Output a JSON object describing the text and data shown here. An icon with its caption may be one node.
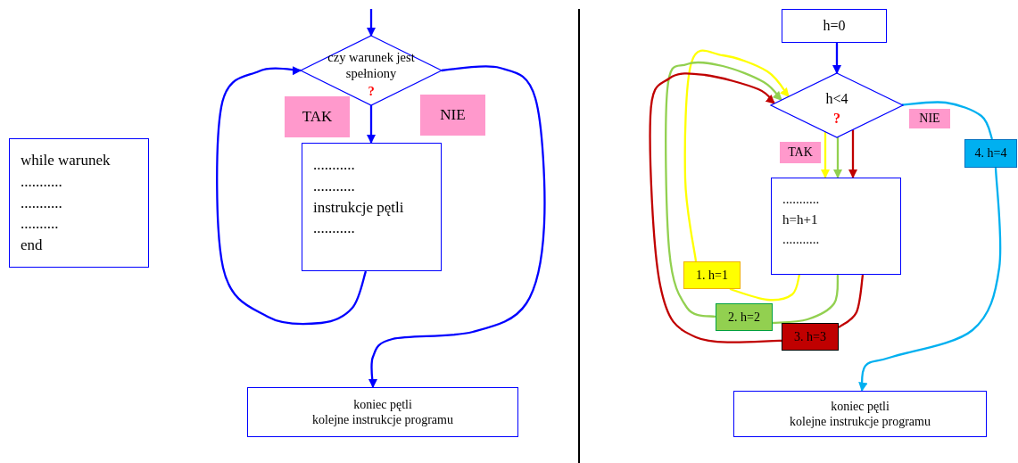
{
  "diagram": {
    "nodes": [
      {
        "text": [
          "while warunek",
          "...........",
          "...........",
          "..........",
          "end"
        ]
      },
      {
        "text": [
          "czy warunek jest spełniony",
          "?"
        ]
      },
      {
        "text": [
          "TAK"
        ]
      },
      {
        "text": [
          "NIE"
        ]
      },
      {
        "text": [
          "...........",
          "...........",
          "instrukcje pętli",
          "..........."
        ]
      },
      {
        "text": [
          "koniec pętli",
          "kolejne instrukcje programu"
        ]
      },
      {
        "text": [
          "h=0"
        ]
      },
      {
        "text": [
          "h<4",
          "?"
        ]
      },
      {
        "text": [
          "TAK"
        ]
      },
      {
        "text": [
          "NIE"
        ]
      },
      {
        "text": [
          "...........",
          "h=h+1",
          "..........."
        ]
      },
      {
        "text": [
          "1. h=1"
        ]
      },
      {
        "text": [
          "2. h=2"
        ]
      },
      {
        "text": [
          "3. h=3"
        ]
      },
      {
        "text": [
          "4. h=4"
        ]
      },
      {
        "text": [
          "koniec pętli",
          "kolejne instrukcje programu"
        ]
      }
    ],
    "edges": [
      {
        "from": null,
        "to": 1,
        "arrow": "to"
      },
      {
        "from": 1,
        "to": 4,
        "arrow": "to"
      },
      {
        "from": 4,
        "to": 1,
        "arrow": "to"
      },
      {
        "from": 1,
        "to": 5,
        "arrow": "to"
      },
      {
        "from": 6,
        "to": 7,
        "arrow": "to"
      },
      {
        "from": 7,
        "to": 10,
        "arrow": "to",
        "color": "#ffff00"
      },
      {
        "from": 7,
        "to": 10,
        "arrow": "to",
        "color": "#92d050"
      },
      {
        "from": 7,
        "to": 10,
        "arrow": "to",
        "color": "#c00000"
      },
      {
        "from": 10,
        "to": 11,
        "arrow": "none",
        "color": "#ffff00"
      },
      {
        "from": 11,
        "to": 7,
        "arrow": "to",
        "color": "#ffff00"
      },
      {
        "from": 10,
        "to": 12,
        "arrow": "none",
        "color": "#92d050"
      },
      {
        "from": 12,
        "to": 7,
        "arrow": "to",
        "color": "#92d050"
      },
      {
        "from": 10,
        "to": 13,
        "arrow": "none",
        "color": "#c00000"
      },
      {
        "from": 13,
        "to": 7,
        "arrow": "to",
        "color": "#c00000"
      },
      {
        "from": 7,
        "to": 14,
        "arrow": "none",
        "color": "#00b0f0"
      },
      {
        "from": 14,
        "to": 15,
        "arrow": "to",
        "color": "#00b0f0"
      }
    ]
  }
}
